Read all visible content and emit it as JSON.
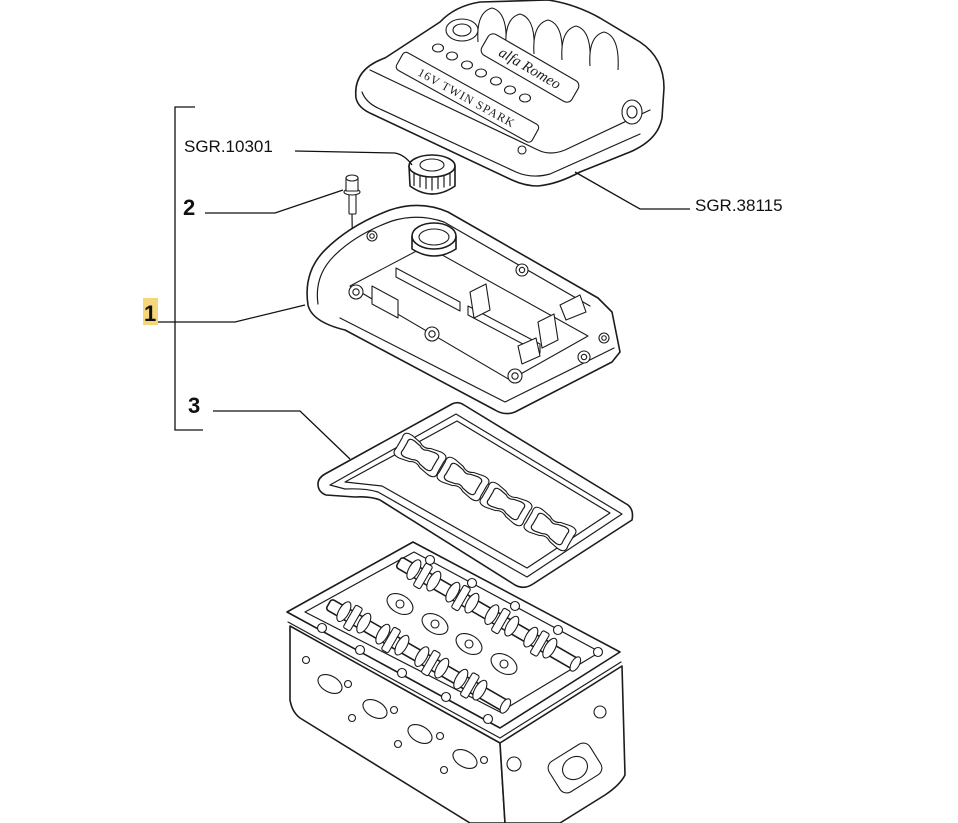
{
  "callouts": {
    "part_1": {
      "label": "1",
      "selected": true
    },
    "part_2": {
      "label": "2",
      "selected": false
    },
    "part_3": {
      "label": "3",
      "selected": false
    }
  },
  "references": {
    "oil_cap": "SGR.10301",
    "engine_cover": "SGR.38115"
  },
  "cover_lettering": {
    "brand": "alfa Romeo",
    "engine": "16V TWIN SPARK"
  },
  "colors": {
    "highlight": "#f6d67a",
    "line": "#1c1c1c",
    "background": "#ffffff"
  }
}
